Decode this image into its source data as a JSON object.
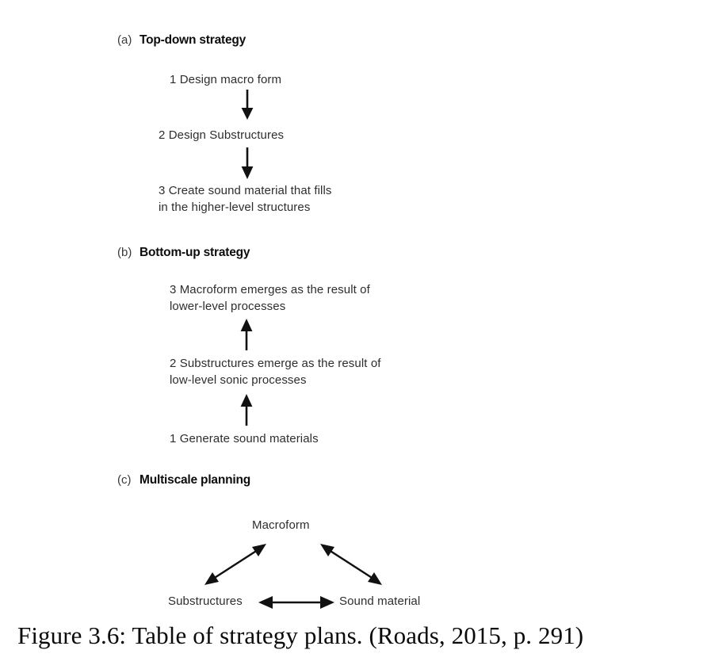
{
  "figure": {
    "caption": "Figure 3.6: Table of strategy plans. (Roads, 2015, p. 291)",
    "background_color": "#ffffff",
    "text_color": "#2e2e2e",
    "heading_color": "#0c0c0c"
  },
  "sections": [
    {
      "label": "(a)",
      "title": "Top-down strategy",
      "steps": [
        {
          "line1": "1 Design macro form",
          "line2": ""
        },
        {
          "line1": "2 Design Substructures",
          "line2": ""
        },
        {
          "line1": "3 Create sound material that fills",
          "line2": "in the higher-level structures"
        }
      ],
      "arrow_direction": "down"
    },
    {
      "label": "(b)",
      "title": "Bottom-up strategy",
      "steps": [
        {
          "line1": "3 Macroform emerges as the result of",
          "line2": "lower-level processes"
        },
        {
          "line1": "2 Substructures emerge as the result of",
          "line2": "low-level sonic processes"
        },
        {
          "line1": "1 Generate sound materials",
          "line2": ""
        }
      ],
      "arrow_direction": "up"
    },
    {
      "label": "(c)",
      "title": "Multiscale planning",
      "nodes": {
        "top": "Macroform",
        "bottom_left": "Substructures",
        "bottom_right": "Sound material"
      },
      "arrow_direction": "bidirectional"
    }
  ]
}
